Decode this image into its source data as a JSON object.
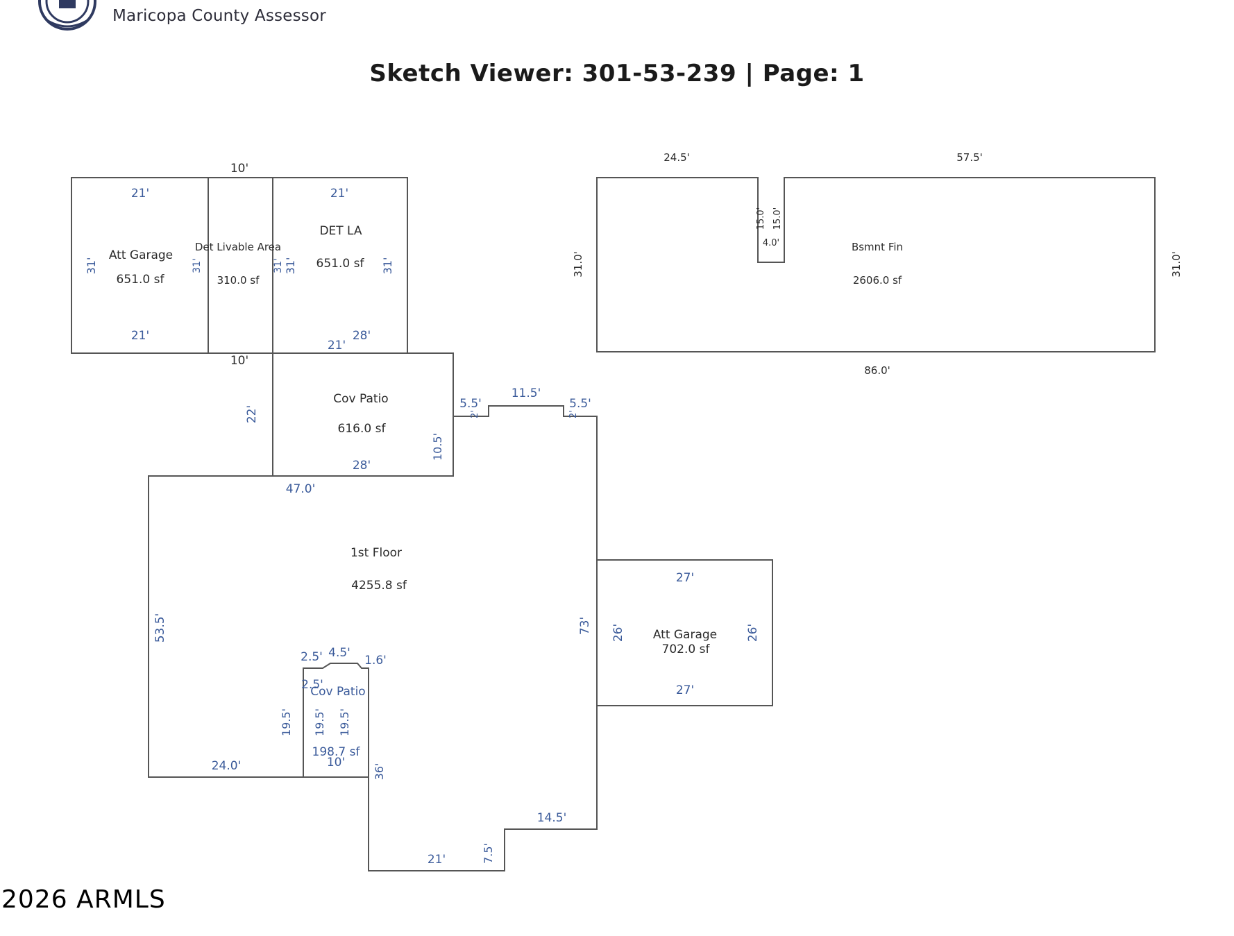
{
  "header": {
    "org_name": "Maricopa County Assessor",
    "seal_icon": "county-seal-icon"
  },
  "title": "Sketch Viewer: 301-53-239 | Page: 1",
  "colors": {
    "line": "#555555",
    "dim_text": "#3a5a9a",
    "area_text": "#2b2b2b"
  },
  "areas": {
    "att_garage_left": {
      "name": "Att Garage",
      "size": "651.0 sf"
    },
    "det_livable": {
      "name": "Det Livable Area",
      "size": "310.0 sf"
    },
    "det_la": {
      "name": "DET LA",
      "size": "651.0 sf"
    },
    "cov_patio_top": {
      "name": "Cov Patio",
      "size": "616.0 sf"
    },
    "bsmnt": {
      "name": "Bsmnt Fin",
      "size": "2606.0 sf"
    },
    "first_floor": {
      "name": "1st Floor",
      "size": "4255.8 sf"
    },
    "att_garage_right": {
      "name": "Att Garage",
      "size": "702.0 sf"
    },
    "cov_patio_small": {
      "name": "Cov Patio",
      "size": "198.7 sf"
    }
  },
  "dims": {
    "d_10_top": "10'",
    "d_21_a": "21'",
    "d_21_b": "21'",
    "d_21_c": "21'",
    "d_21_d": "21'",
    "d_31_a": "31'",
    "d_31_b": "31'",
    "d_31_c": "31'",
    "d_31_d": "31'",
    "d_31_e": "31'",
    "d_28_a": "28'",
    "d_28_b": "28'",
    "d_10_mid": "10'",
    "d_22": "22'",
    "d_10_5": "10.5'",
    "d_5_5_a": "5.5'",
    "d_5_5_b": "5.5'",
    "d_11_5": "11.5'",
    "d_2_a": "2'",
    "d_2_b": "2'",
    "d_24_5": "24.5'",
    "d_57_5": "57.5'",
    "d_31_0_l": "31.0'",
    "d_31_0_r": "31.0'",
    "d_15_0_a": "15.0'",
    "d_15_0_b": "15.0'",
    "d_4_0": "4.0'",
    "d_86_0": "86.0'",
    "d_47_0": "47.0'",
    "d_53_5": "53.5'",
    "d_73": "73'",
    "d_27_a": "27'",
    "d_27_b": "27'",
    "d_26_a": "26'",
    "d_26_b": "26'",
    "d_2_5_a": "2.5'",
    "d_4_5": "4.5'",
    "d_1_6": "1.6'",
    "d_2_5_b": "2.5'",
    "d_19_5_a": "19.5'",
    "d_19_5_b": "19.5'",
    "d_19_5_c": "19.5'",
    "d_24_0": "24.0'",
    "d_10_low": "10'",
    "d_36": "36'",
    "d_14_5": "14.5'",
    "d_21_low": "21'",
    "d_7_5": "7.5'"
  },
  "footer": {
    "copyright": "2026 ARMLS"
  }
}
